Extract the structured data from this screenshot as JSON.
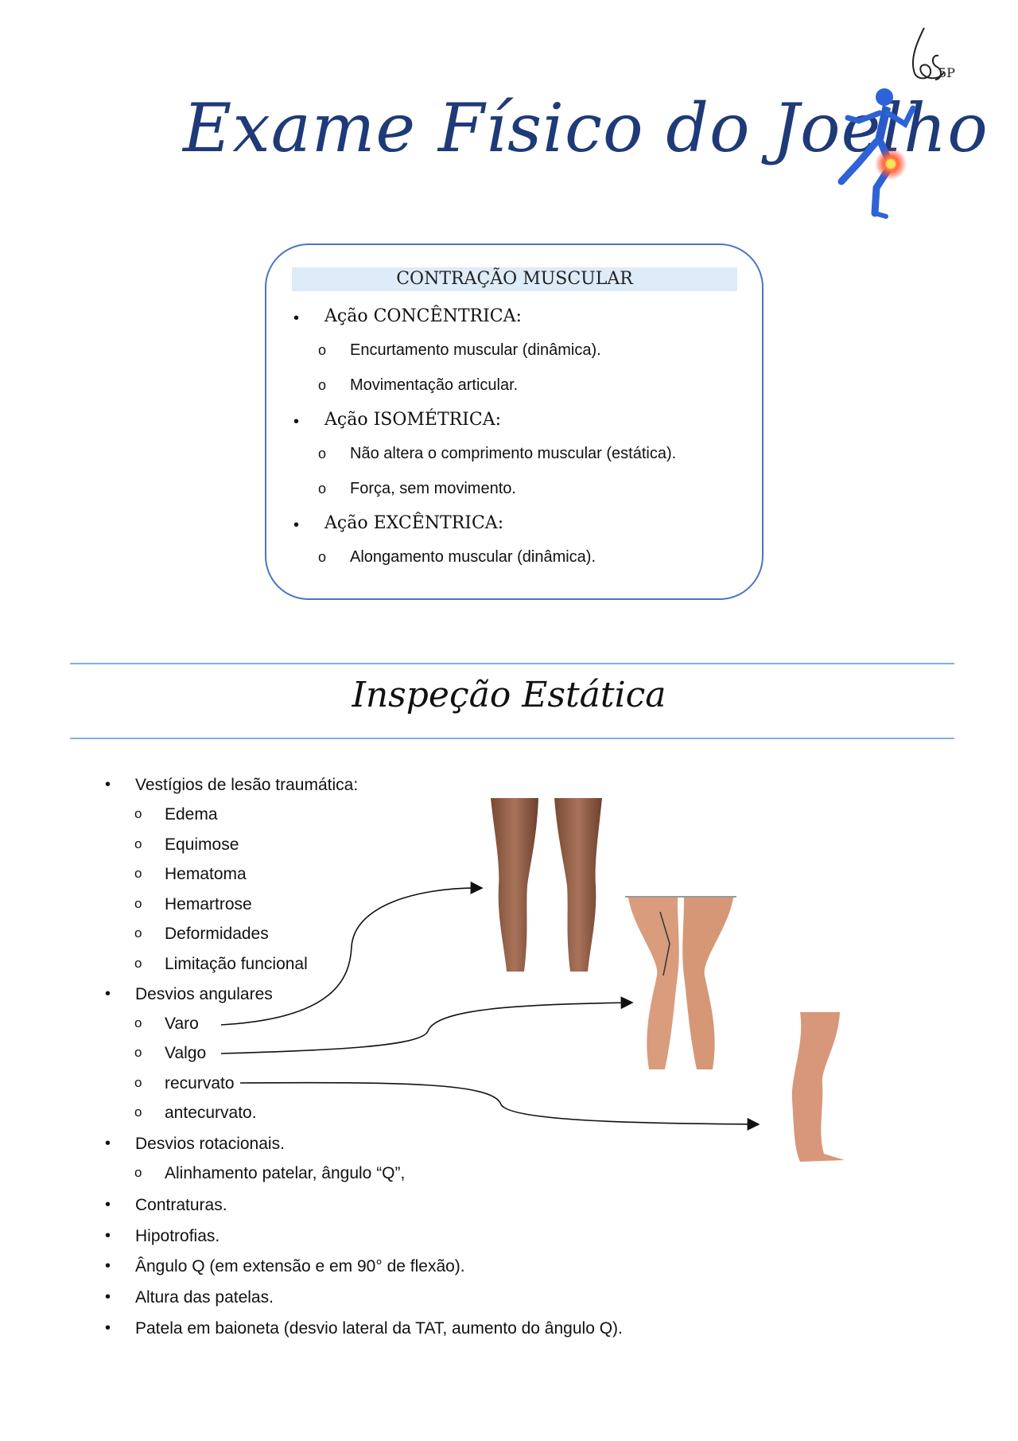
{
  "header": {
    "logo_initials": "5P",
    "title": "Exame Físico do Joelho"
  },
  "contraction_box": {
    "heading": "CONTRAÇÃO MUSCULAR",
    "items": [
      {
        "label": "Ação CONCÊNTRICA:",
        "subitems": [
          "Encurtamento muscular (dinâmica).",
          "Movimentação articular."
        ]
      },
      {
        "label": "Ação ISOMÉTRICA:",
        "subitems": [
          "Não altera o comprimento muscular (estática).",
          "Força, sem movimento."
        ]
      },
      {
        "label": "Ação EXCÊNTRICA:",
        "subitems": [
          "Alongamento muscular (dinâmica)."
        ]
      }
    ]
  },
  "section": {
    "title": "Inspeção Estática",
    "items": [
      {
        "label": "Vestígios de lesão traumática:",
        "subitems": [
          "Edema",
          "Equimose",
          "Hematoma",
          "Hemartrose",
          "Deformidades",
          "Limitação funcional"
        ]
      },
      {
        "label": "Desvios angulares",
        "subitems": [
          "Varo",
          "Valgo",
          "recurvato",
          "antecurvato."
        ]
      },
      {
        "label": "Desvios rotacionais.",
        "subitems": [
          "Alinhamento patelar, ângulo “Q”,"
        ]
      },
      {
        "label": "Contraturas.",
        "subitems": []
      },
      {
        "label": "Hipotrofias.",
        "subitems": []
      },
      {
        "label": "Ângulo Q (em extensão e em 90° de flexão).",
        "subitems": []
      },
      {
        "label": "Altura das patelas.",
        "subitems": []
      },
      {
        "label": "Patela em baioneta (desvio lateral da TAT, aumento do ângulo Q).",
        "subitems": []
      }
    ]
  },
  "colors": {
    "title_blue": "#1f3a78",
    "box_border": "#4a74c8",
    "box_header_bg": "#deebf8",
    "rule": "#7fb3e6",
    "skin": "#d59a79"
  }
}
